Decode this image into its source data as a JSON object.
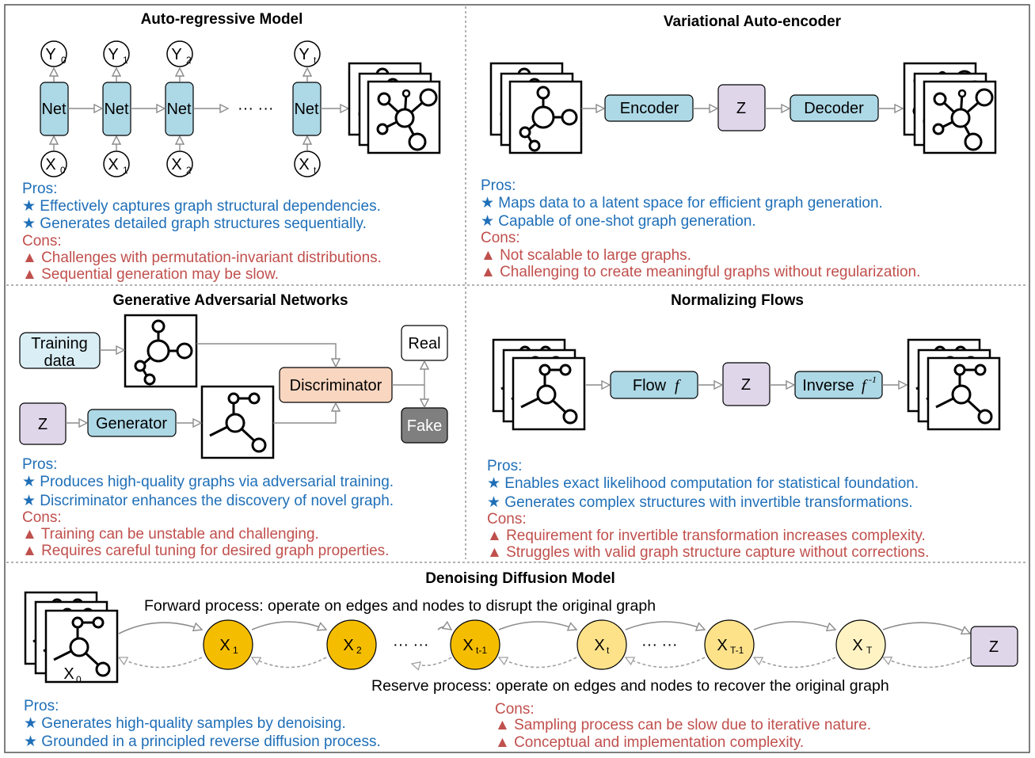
{
  "colors": {
    "net_fill": "#add8e6",
    "purple_fill": "#e0d6ea",
    "disc_fill": "#f9d6c0",
    "fake_fill": "#7f7f7f",
    "training_fill": "#d9eef5",
    "diff_dark": "#f5bd00",
    "diff_light": "#fde28a",
    "pros": "#1f6fb8",
    "cons": "#c0504d"
  },
  "panels": {
    "autoregressive": {
      "title": "Auto-regressive Model",
      "y_nodes": [
        {
          "base": "Y",
          "sub": "0"
        },
        {
          "base": "Y",
          "sub": "1"
        },
        {
          "base": "Y",
          "sub": "2"
        },
        {
          "base": "Y",
          "sub": "t"
        }
      ],
      "x_nodes": [
        {
          "base": "X",
          "sub": "0"
        },
        {
          "base": "X",
          "sub": "1"
        },
        {
          "base": "X",
          "sub": "2"
        },
        {
          "base": "X",
          "sub": "t"
        }
      ],
      "net_label": "Net",
      "ellipsis": "··· ···",
      "pros_label": "Pros:",
      "pros": [
        "★ Effectively captures graph structural dependencies.",
        "★ Generates detailed graph structures sequentially."
      ],
      "cons_label": "Cons:",
      "cons": [
        "▲ Challenges with permutation-invariant distributions.",
        "▲ Sequential generation may be slow."
      ]
    },
    "vae": {
      "title": "Variational Auto-encoder",
      "encoder": "Encoder",
      "z": "Z",
      "decoder": "Decoder",
      "pros_label": "Pros:",
      "pros": [
        "★ Maps data to a latent space for efficient graph generation.",
        "★ Capable of one-shot graph generation."
      ],
      "cons_label": "Cons:",
      "cons": [
        "▲ Not scalable to large graphs.",
        "▲ Challenging to create meaningful graphs without regularization."
      ]
    },
    "gan": {
      "title": "Generative Adversarial Networks",
      "training_line1": "Training",
      "training_line2": "data",
      "z": "Z",
      "generator": "Generator",
      "discriminator": "Discriminator",
      "real": "Real",
      "fake": "Fake",
      "pros_label": "Pros:",
      "pros": [
        "★ Produces high-quality graphs via adversarial training.",
        "★ Discriminator enhances the discovery of novel graph."
      ],
      "cons_label": "Cons:",
      "cons": [
        "▲ Training can be unstable and challenging.",
        "▲ Requires careful tuning for desired graph properties."
      ]
    },
    "flows": {
      "title": "Normalizing Flows",
      "flow": "Flow",
      "flow_f": "f",
      "z": "Z",
      "inverse": "Inverse",
      "inverse_f": "f",
      "inverse_sup": "-1",
      "pros_label": "Pros:",
      "pros": [
        "★ Enables exact likelihood computation for statistical foundation.",
        "★ Generates complex structures with invertible transformations."
      ],
      "cons_label": "Cons:",
      "cons": [
        "▲ Requirement for invertible transformation increases complexity.",
        "▲ Struggles with valid graph structure capture without corrections."
      ]
    },
    "diffusion": {
      "title": "Denoising Diffusion Model",
      "forward": "Forward process: operate on edges and nodes to disrupt the original graph",
      "reverse": "Reserve process: operate on edges and nodes to recover the original graph",
      "x0": {
        "base": "X",
        "sub": "0"
      },
      "nodes": [
        {
          "base": "X",
          "sub": "1"
        },
        {
          "base": "X",
          "sub": "2"
        },
        {
          "base": "X",
          "sub": "t-1"
        },
        {
          "base": "X",
          "sub": "t"
        },
        {
          "base": "X",
          "sub": "T-1"
        },
        {
          "base": "X",
          "sub": "T"
        }
      ],
      "ellipsis": "··· ···",
      "z": "Z",
      "pros_label": "Pros:",
      "pros": [
        "★ Generates high-quality samples by denoising.",
        "★ Grounded in a principled reverse diffusion process."
      ],
      "cons_label": "Cons:",
      "cons": [
        "▲ Sampling process can be slow due to iterative nature.",
        "▲ Conceptual and implementation complexity."
      ]
    }
  }
}
